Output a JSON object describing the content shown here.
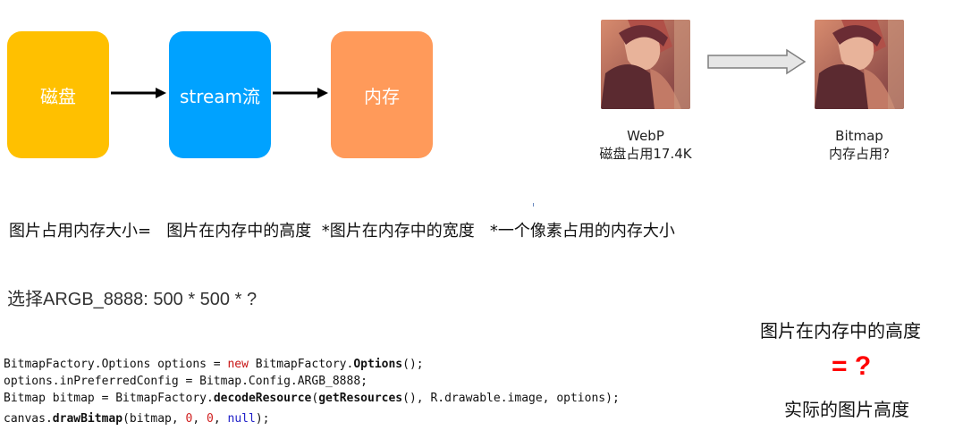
{
  "flow": {
    "disk": "磁盘",
    "stream": "stream流",
    "memory": "内存",
    "colors": {
      "disk": "#FFC000",
      "stream": "#00A2FF",
      "memory": "#FF9A5A"
    }
  },
  "images": {
    "webp": {
      "line1": "WebP",
      "line2": "磁盘占用17.4K"
    },
    "bitmap": {
      "line1": "Bitmap",
      "line2": "内存占用?"
    }
  },
  "formula": {
    "part1": "图片占用内存大小=",
    "part2": "图片在内存中的高度",
    "part3": "*图片在内存中的宽度",
    "part4": "*一个像素占用的内存大小"
  },
  "argb_line": "选择ARGB_8888:  500 * 500 * ?",
  "right_note": {
    "top": "图片在内存中的高度",
    "eq": "= ?",
    "bottom": "实际的图片高度"
  },
  "code": {
    "l1": [
      "BitmapFactory.Options options = ",
      "new",
      " BitmapFactory.",
      "Options",
      "();"
    ],
    "l2": "options.inPreferredConfig = Bitmap.Config.ARGB_8888;",
    "l3": [
      "Bitmap bitmap = BitmapFactory.",
      "decodeResource",
      "(",
      "getResources",
      "(), R.drawable.image, options);"
    ],
    "l4": [
      "canvas.",
      "drawBitmap",
      "(bitmap, ",
      "0",
      ", ",
      "0",
      ", ",
      "null",
      ");"
    ]
  }
}
